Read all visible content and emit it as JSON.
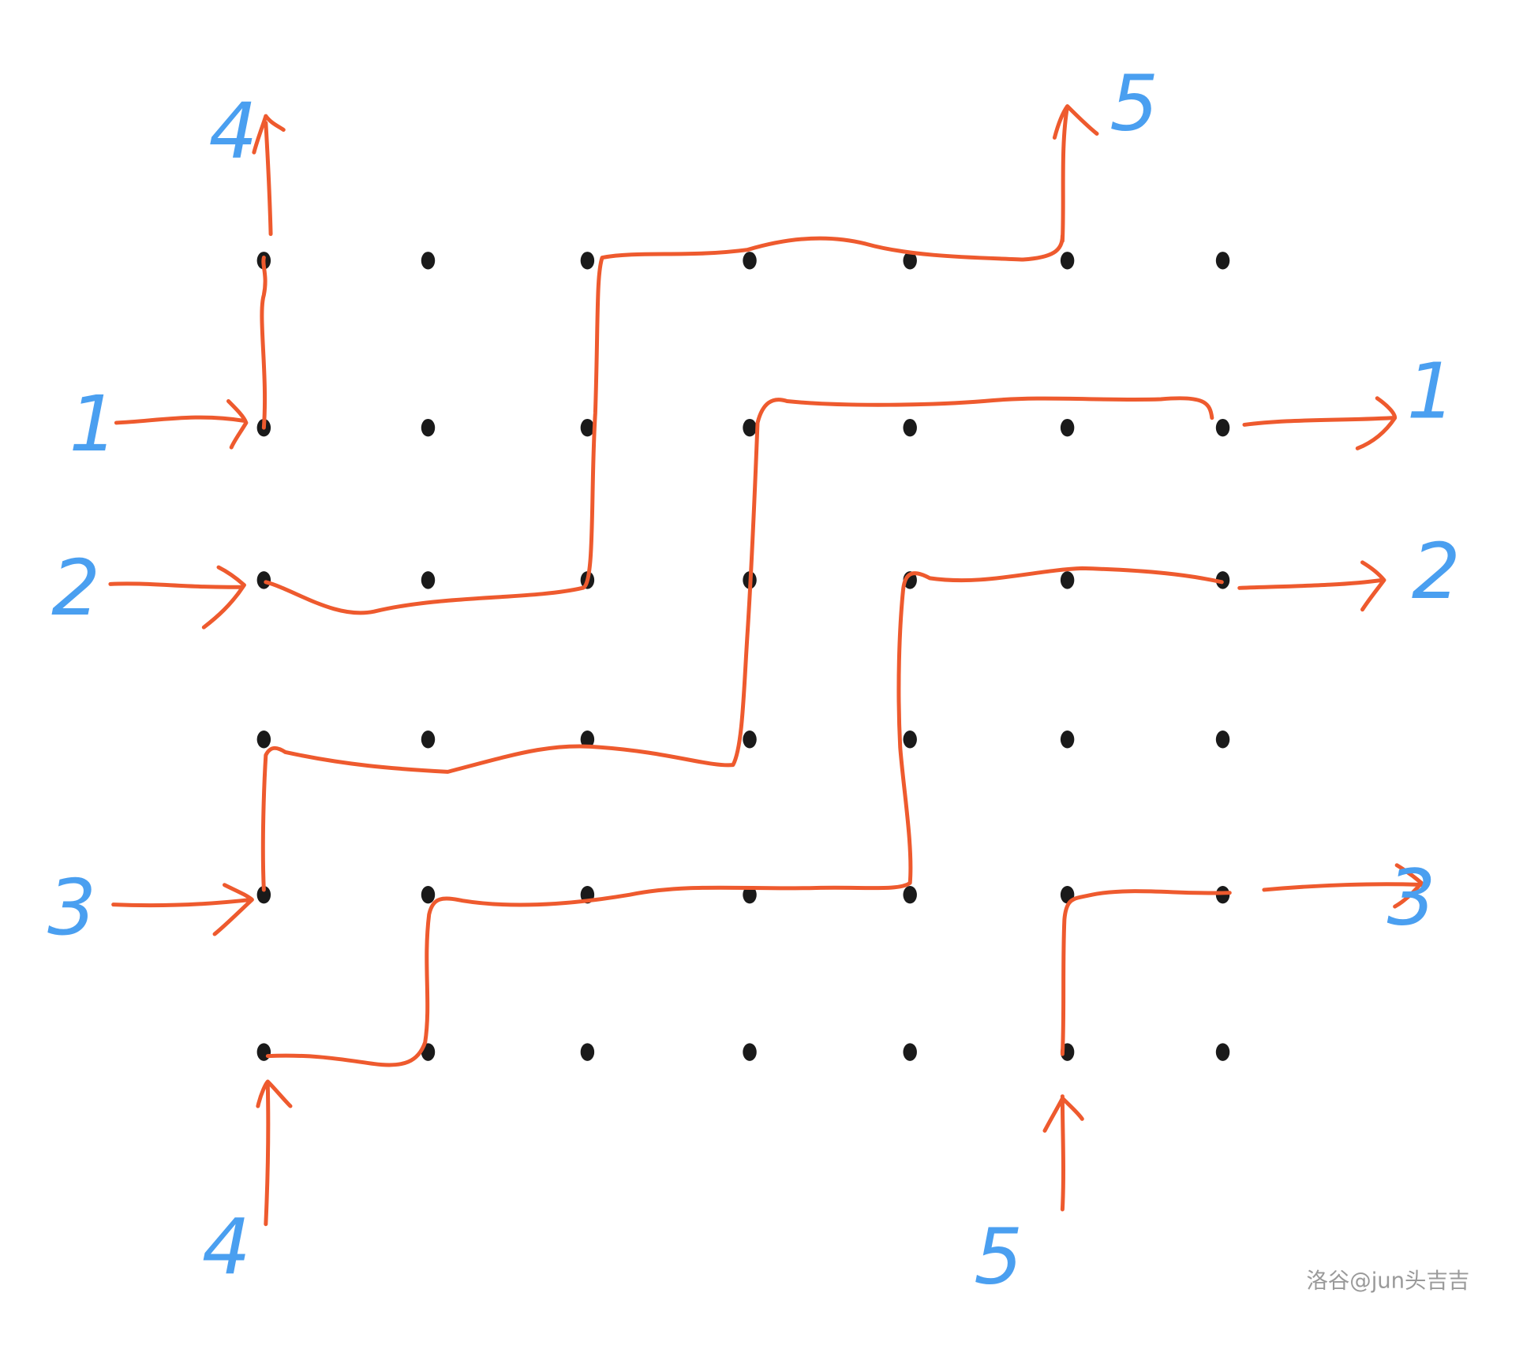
{
  "labels": {
    "left_1": "1",
    "left_2": "2",
    "left_3": "3",
    "right_1": "1",
    "right_2": "2",
    "right_3": "3",
    "top_4": "4",
    "top_5": "5",
    "bottom_4": "4",
    "bottom_5": "5"
  },
  "watermark": "洛谷@jun头吉吉",
  "colors": {
    "path": "#ee5a2e",
    "label": "#4a9ff0",
    "dot": "#1a1a1a"
  },
  "grid": {
    "columns": 7,
    "rows": 6
  }
}
